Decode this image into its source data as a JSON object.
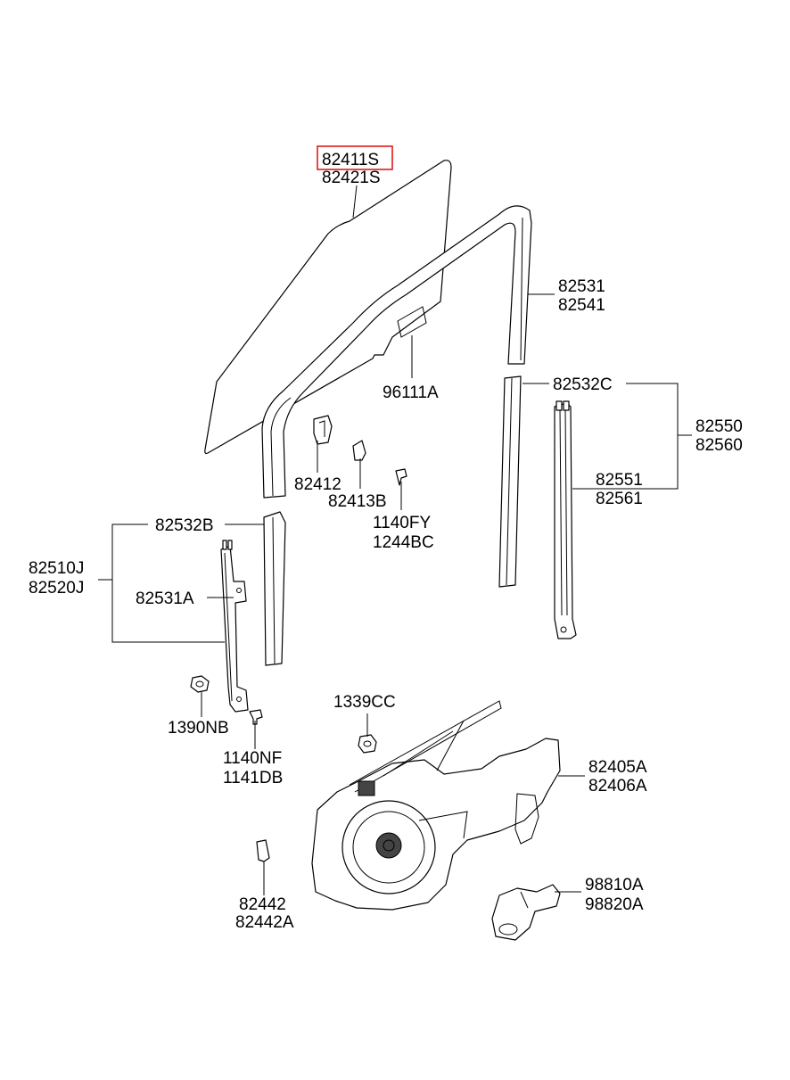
{
  "labels": {
    "l82411S": "82411S",
    "l82421S": "82421S",
    "l82531": "82531",
    "l82541": "82541",
    "l96111A": "96111A",
    "l82532C": "82532C",
    "l82550": "82550",
    "l82560": "82560",
    "l82412": "82412",
    "l82413B": "82413B",
    "l1140FY": "1140FY",
    "l1244BC": "1244BC",
    "l82551": "82551",
    "l82561": "82561",
    "l82532B": "82532B",
    "l82510J": "82510J",
    "l82520J": "82520J",
    "l82531A": "82531A",
    "l1390NB": "1390NB",
    "l1140NF": "1140NF",
    "l1141DB": "1141DB",
    "l1339CC": "1339CC",
    "l82405A": "82405A",
    "l82406A": "82406A",
    "l82442": "82442",
    "l82442A": "82442A",
    "l98810A": "98810A",
    "l98820A": "98820A"
  },
  "highlight": {
    "part": "82411S",
    "color": "#e01b1b"
  }
}
